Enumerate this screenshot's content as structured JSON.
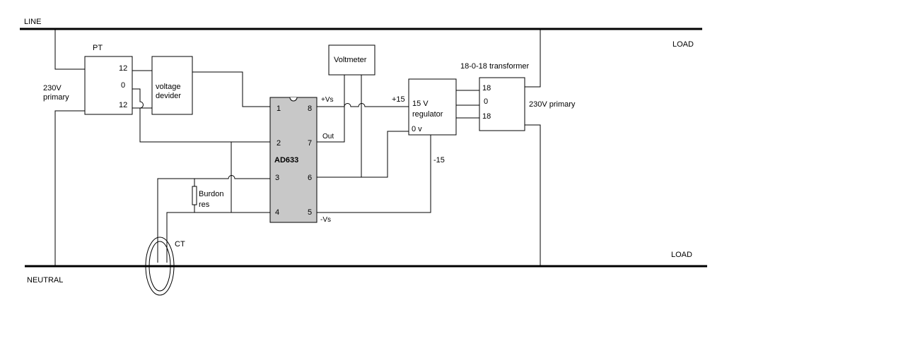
{
  "rails": {
    "line": "LINE",
    "neutral": "NEUTRAL",
    "load_top": "LOAD",
    "load_bottom": "LOAD"
  },
  "pt": {
    "label": "PT",
    "primary": [
      "230V",
      "primary"
    ],
    "taps": [
      "12",
      "0",
      "12"
    ]
  },
  "voltage_divider": {
    "lines": [
      "voltage",
      "devider"
    ]
  },
  "voltmeter": {
    "label": "Voltmeter"
  },
  "ic": {
    "name": "AD633",
    "pins_left": [
      "1",
      "2",
      "3",
      "4"
    ],
    "pins_right": [
      "8",
      "7",
      "6",
      "5"
    ],
    "vs_pos": "+Vs",
    "out": "Out",
    "vs_neg": "-Vs"
  },
  "regulator": {
    "lines": [
      "15 V",
      "regulator"
    ],
    "zero": "0 v",
    "plus": "+15",
    "minus": "-15"
  },
  "transformer": {
    "title": "18-0-18 transformer",
    "taps": [
      "18",
      "0",
      "18"
    ],
    "primary": "230V primary"
  },
  "burden": {
    "lines": [
      "Burdon",
      "res"
    ]
  },
  "ct": {
    "label": "CT"
  }
}
